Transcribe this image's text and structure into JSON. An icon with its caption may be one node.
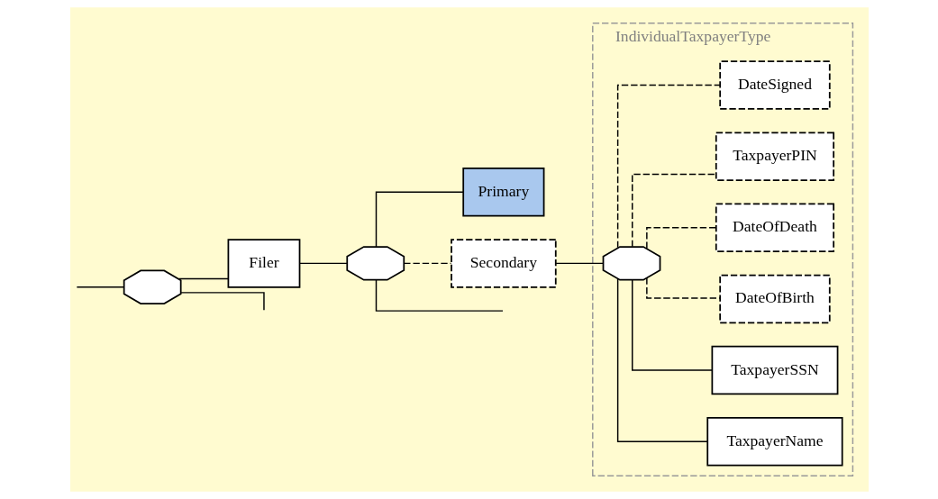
{
  "diagram": {
    "nodes": [
      {
        "text": [],
        "shape": "octagon"
      },
      {
        "text": [
          "Filer"
        ]
      },
      {
        "text": [],
        "shape": "octagon"
      },
      {
        "text": [
          "Primary"
        ]
      },
      {
        "text": [
          "Secondary"
        ]
      },
      {
        "text": [
          "IndividualTaxpayerType"
        ]
      },
      {
        "text": [],
        "shape": "octagon",
        "in": 5
      },
      {
        "text": [
          "TaxpayerName"
        ],
        "in": 5
      },
      {
        "text": [
          "TaxpayerSSN"
        ],
        "in": 5
      },
      {
        "text": [
          "DateOfBirth"
        ],
        "in": 5
      },
      {
        "text": [
          "DateOfDeath"
        ],
        "in": 5
      },
      {
        "text": [
          "TaxpayerPIN"
        ],
        "in": 5
      },
      {
        "text": [
          "DateSigned"
        ],
        "in": 5
      }
    ],
    "edges": [
      {
        "from": null,
        "to": 0,
        "arrow": "none"
      },
      {
        "from": 0,
        "to": null,
        "arrow": "none"
      },
      {
        "from": 0,
        "to": 1,
        "arrow": "none"
      },
      {
        "from": 1,
        "to": 2,
        "arrow": "none"
      },
      {
        "from": 2,
        "to": 3,
        "arrow": "none"
      },
      {
        "from": 2,
        "to": 4,
        "arrow": "none",
        "style": "dashed"
      },
      {
        "from": 2,
        "to": null,
        "arrow": "none"
      },
      {
        "from": 4,
        "to": 6,
        "arrow": "none"
      },
      {
        "from": 6,
        "to": 7,
        "arrow": "none"
      },
      {
        "from": 6,
        "to": 8,
        "arrow": "none"
      },
      {
        "from": 6,
        "to": 9,
        "arrow": "none",
        "style": "dashed"
      },
      {
        "from": 6,
        "to": 10,
        "arrow": "none",
        "style": "dashed"
      },
      {
        "from": 6,
        "to": 11,
        "arrow": "none",
        "style": "dashed"
      },
      {
        "from": 6,
        "to": 12,
        "arrow": "none",
        "style": "dashed"
      }
    ]
  }
}
